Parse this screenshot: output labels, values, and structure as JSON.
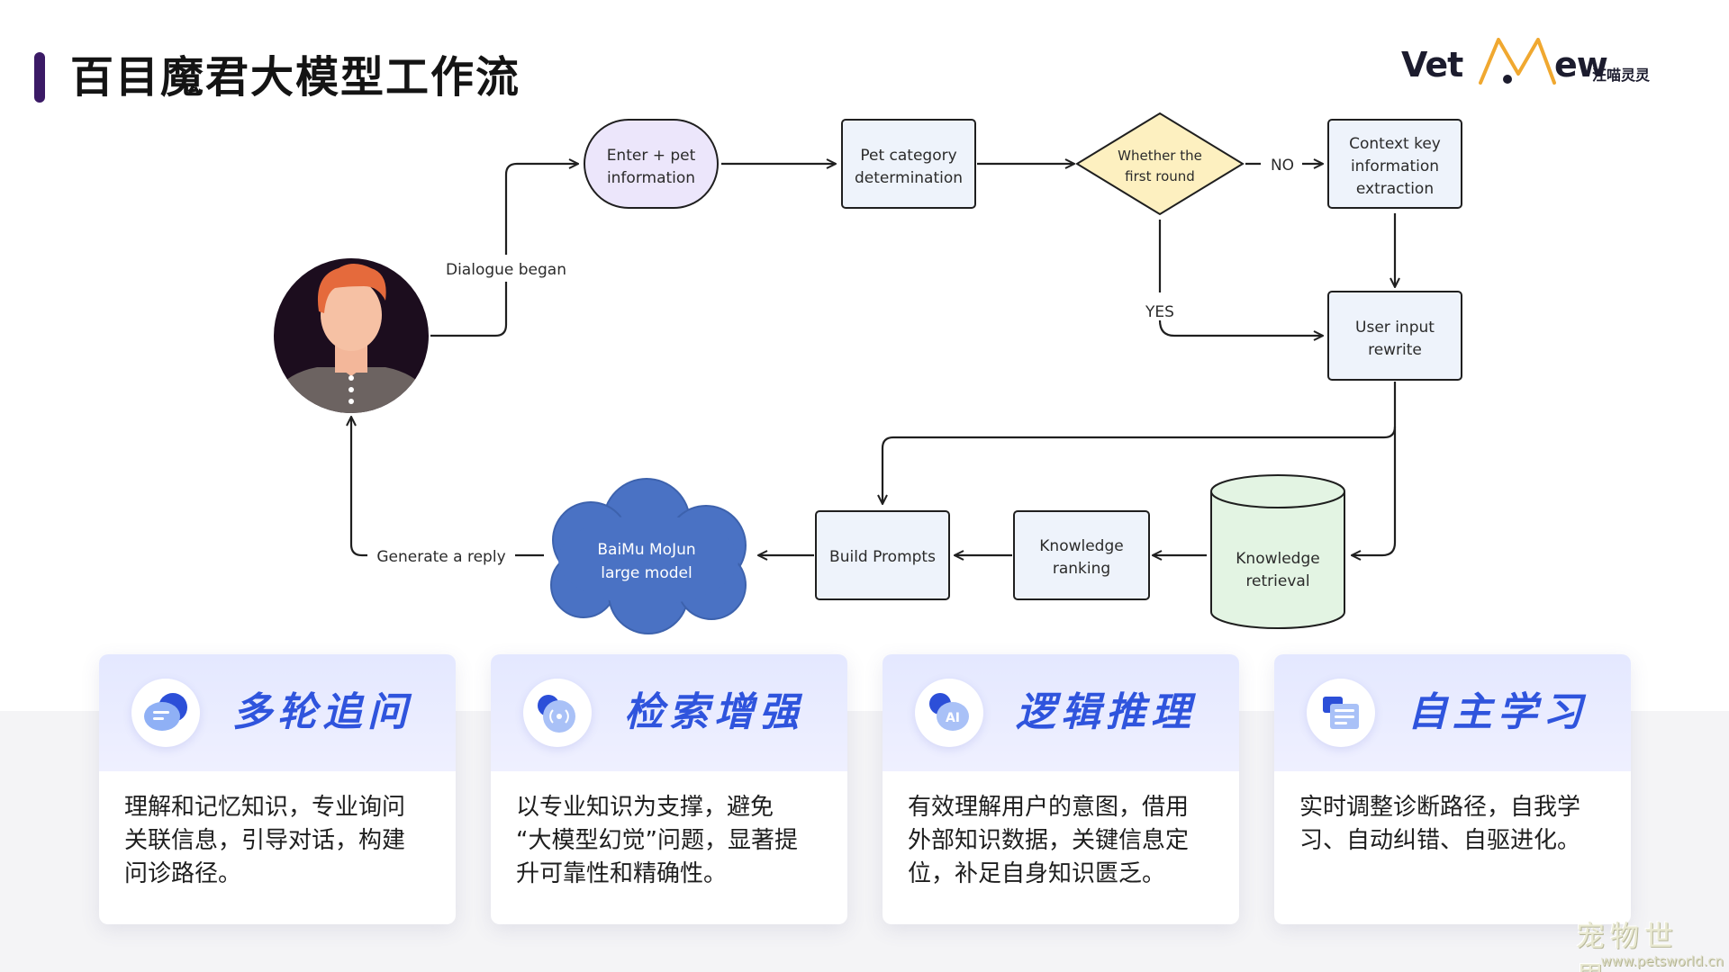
{
  "title": "百目魔君大模型工作流",
  "brand": {
    "left": "Vet",
    "right": "ew",
    "subtitle": "汪喵灵灵"
  },
  "flow": {
    "nodes": {
      "enter_pet": [
        "Enter + pet",
        "information"
      ],
      "pet_category": [
        "Pet category",
        "determination"
      ],
      "first_round": [
        "Whether the",
        "first round"
      ],
      "context_key": [
        "Context key",
        "information",
        "extraction"
      ],
      "user_input": [
        "User input",
        "rewrite"
      ],
      "knowledge_retrieval": [
        "Knowledge",
        "retrieval"
      ],
      "knowledge_ranking": [
        "Knowledge",
        "ranking"
      ],
      "build_prompts": [
        "Build Prompts"
      ],
      "model": [
        "BaiMu MoJun",
        "large model"
      ]
    },
    "labels": {
      "dialogue_began": "Dialogue began",
      "no": "NO",
      "yes": "YES",
      "generate_reply": "Generate a reply"
    }
  },
  "features": [
    {
      "icon": "chat-bubbles-icon",
      "title": "多轮追问",
      "desc": [
        "理解和记忆知识，专业询问",
        "关联信息，引导对话，构建",
        "问诊路径。"
      ]
    },
    {
      "icon": "signal-search-icon",
      "title": "检索增强",
      "desc": [
        "以专业知识为支撑，避免",
        "“大模型幻觉”问题，显著提",
        "升可靠性和精确性。"
      ]
    },
    {
      "icon": "ai-chat-icon",
      "title": "逻辑推理",
      "desc": [
        "有效理解用户的意图，借用",
        "外部知识数据，关键信息定",
        "位，补足自身知识匮乏。"
      ]
    },
    {
      "icon": "document-list-icon",
      "title": "自主学习",
      "desc": [
        "实时调整诊断路径，自我学",
        "习、自动纠错、自驱进化。"
      ]
    }
  ],
  "watermark": {
    "title": "宠物世界",
    "url": "www.petsworld.cn"
  },
  "colors": {
    "accent": "#3b1a66",
    "feature_blue": "#2f54dd",
    "start_node": "#ece6fb",
    "decision": "#fdf0c0",
    "box": "#eef3fb",
    "retrieval": "#e3f4e3",
    "model_cloud": "#4a72c4"
  }
}
